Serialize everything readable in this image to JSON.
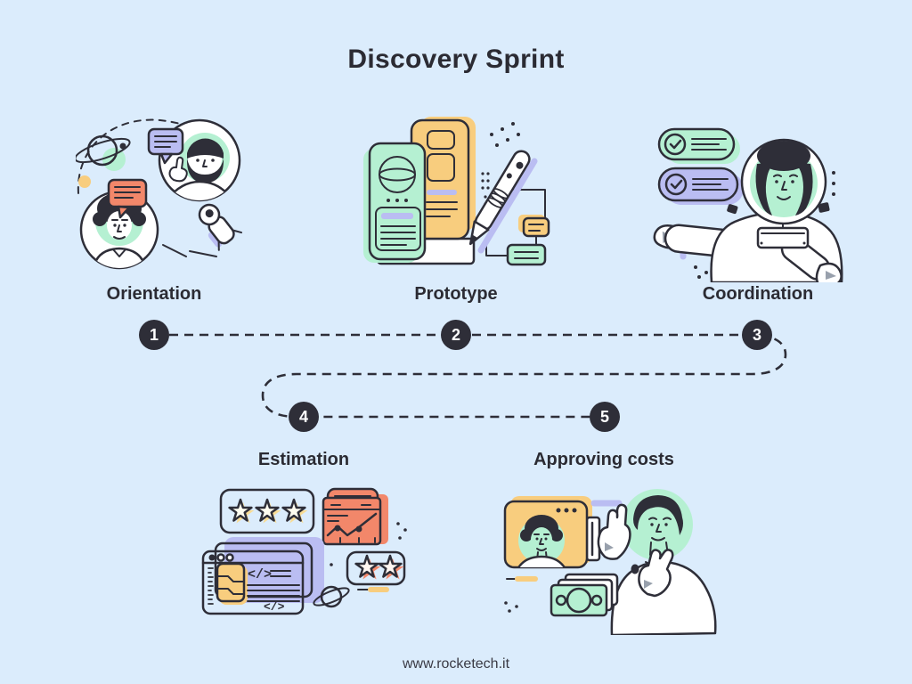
{
  "page": {
    "title": "Discovery Sprint",
    "footer": "www.rocketech.it"
  },
  "steps": [
    {
      "number": "1",
      "label": "Orientation",
      "illustration": "team-chat-rocket-illustration"
    },
    {
      "number": "2",
      "label": "Prototype",
      "illustration": "mobile-wireframes-pen-illustration"
    },
    {
      "number": "3",
      "label": "Coordination",
      "illustration": "astronaut-checklist-illustration"
    },
    {
      "number": "4",
      "label": "Estimation",
      "illustration": "star-ratings-chart-code-illustration"
    },
    {
      "number": "5",
      "label": "Approving costs",
      "illustration": "video-call-money-illustration"
    }
  ],
  "glyphs": {
    "code": "</>"
  },
  "connector": {
    "style": "dashed",
    "sequence": [
      "1",
      "2",
      "3",
      "4",
      "5"
    ]
  },
  "colors": {
    "background": "#dbecfc",
    "ink": "#2e2e38",
    "mint": "#b5f0d2",
    "coral": "#f2876a",
    "amber": "#f8cd7e",
    "lavender": "#babdf2",
    "badge_bg": "#2e2e38",
    "badge_text": "#ffffff"
  }
}
